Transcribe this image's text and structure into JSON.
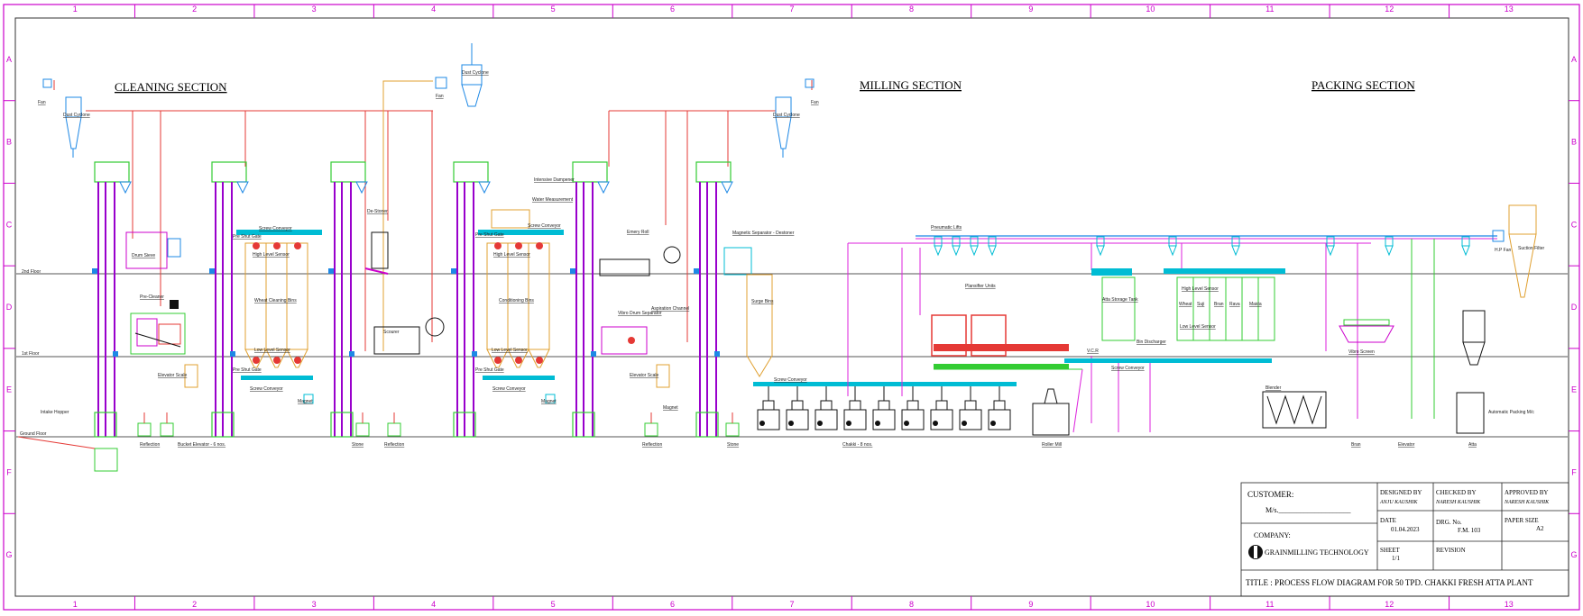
{
  "sections": {
    "cleaning": "CLEANING SECTION",
    "milling": "MILLING SECTION",
    "packing": "PACKING SECTION"
  },
  "grid": {
    "columns": [
      "1",
      "2",
      "3",
      "4",
      "5",
      "6",
      "7",
      "8",
      "9",
      "10",
      "11",
      "12",
      "13"
    ],
    "rows": [
      "A",
      "B",
      "C",
      "D",
      "E",
      "F",
      "G"
    ]
  },
  "floors": {
    "second": "2nd Floor",
    "first": "1st Floor",
    "ground": "Ground Floor"
  },
  "labels": {
    "fan1": "Fan",
    "dust_cyclone1": "Dust Cyclone",
    "fan2": "Fan",
    "dust_cyclone2": "Dust Cyclone",
    "fan3": "Fan",
    "dust_cyclone3": "Dust Cyclone",
    "drum_sieve": "Drum Sieve",
    "pre_cleaner": "Pre-Cleaner",
    "elevator_scale1": "Elevator Scale",
    "intake_hopper": "Intake Hopper",
    "reflection": "Reflection",
    "bucket_elevator": "Bucket Elevator - 6 nos.",
    "screw_conveyor1": "Screw Conveyor",
    "pre_shut_gate1": "Pre Shut Gate",
    "high_level_sensor1": "High Level Sensor",
    "wheat_cleaning_bins": "Wheat Cleaning Bins",
    "low_level_sensor1": "Low Level Sensor",
    "pre_shut_gate2": "Pre Shut Gate",
    "screw_conveyor2": "Screw Conveyor",
    "magnet1": "Magnet",
    "de_stoner": "De-Stoner",
    "scourer": "Scourer",
    "stone": "Stone",
    "reflection2": "Reflection",
    "intensive_dampener": "Intensive Dampener",
    "water_measurement": "Water Measurement",
    "screw_conveyor3": "Screw Conveyor",
    "pre_shut_gate3": "Pre Shut Gate",
    "high_level_sensor2": "High Level Sensor",
    "conditioning_bins": "Conditioning Bins",
    "low_level_sensor2": "Low Level Sensor",
    "pre_shut_gate4": "Pre Shut Gate",
    "screw_conveyor4": "Screw Conveyor",
    "magnet2": "Magnet",
    "emery_roll": "Emery Roll",
    "vibro_drum_separator": "Vibro Drum Separator",
    "aspiration_channel": "Aspiration Channel",
    "elevator_scale2": "Elevator Scale",
    "magnet3": "Magnet",
    "reflection3": "Reflection",
    "magnetic_separator": "Magnetic Separator - Destoner",
    "surge_bins": "Surge Bins",
    "stone2": "Stone",
    "screw_conveyor5": "Screw Conveyor",
    "chakki": "Chakki - 8 nos.",
    "pneumatic_lifts": "Pneumatic Lifts",
    "plansifter_units": "Plansifter Units",
    "roller_mill": "Roller Mill",
    "atta_storage_tank": "Atta Storage Tank",
    "vpc": "V.C.R",
    "bin_discharger": "Bin Discharger",
    "screw_conveyor6": "Screw Conveyor",
    "high_level_sensor3": "High Level Sensor",
    "wheat_flour": "Wheat",
    "suji": "Suji",
    "bran_bin": "Bran",
    "rava": "Rava",
    "maida": "Maida",
    "low_level_sensor3": "Low Level Sensor",
    "blender": "Blender",
    "vibro_screen": "Vibro Screen",
    "bran": "Bran",
    "elevator": "Elevator",
    "atta": "Atta",
    "automatic_packing": "Automatic Packing M/c",
    "hp_fan": "H.P Fan",
    "suction_filter": "Suction Filter"
  },
  "title_block": {
    "customer_label": "CUSTOMER:",
    "customer_value": "M/s.____________________",
    "company_label": "COMPANY:",
    "company_name": "GRAINMILLING TECHNOLOGY",
    "designed_by_label": "DESIGNED BY",
    "designed_by_value": "ANJU KAUSHIK",
    "checked_by_label": "CHECKED BY",
    "checked_by_value": "NARESH KAUSHIK",
    "approved_by_label": "APPROVED BY",
    "approved_by_value": "NARESH KAUSHIK",
    "date_label": "DATE",
    "date_value": "01.04.2023",
    "drg_no_label": "DRG. No.",
    "drg_no_value": "F.M. 103",
    "paper_size_label": "PAPER SIZE",
    "paper_size_value": "A2",
    "sheet_label": "SHEET",
    "sheet_value": "1/1",
    "revision_label": "REVISION",
    "title": "TITLE : PROCESS FLOW DIAGRAM FOR 50 TPD. CHAKKI FRESH ATTA PLANT"
  },
  "colors": {
    "frame": "#cc00cc",
    "elevator": "#9900cc",
    "aspiration": "#e53935",
    "gravity": "#33cc33",
    "conveyor": "#00bcd4",
    "bins": "#e0a030",
    "pneumatic": "#dd22dd",
    "fan": "#1e88e5"
  }
}
